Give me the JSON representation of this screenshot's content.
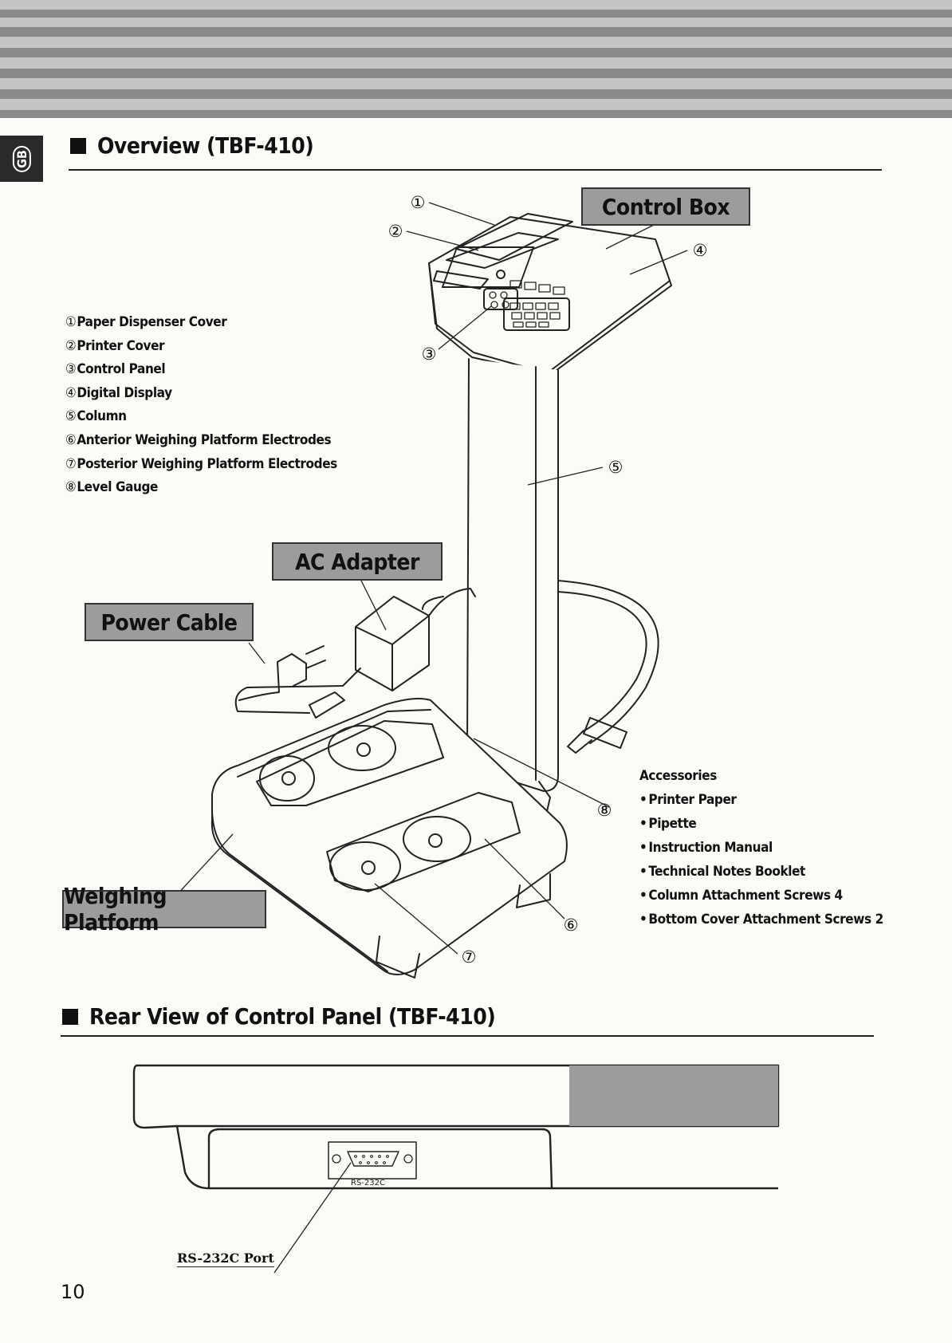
{
  "language_tab": "GB",
  "overview": {
    "heading": "Overview (TBF-410)",
    "parts": [
      {
        "num": "①",
        "label": "Paper Dispenser Cover"
      },
      {
        "num": "②",
        "label": "Printer Cover"
      },
      {
        "num": "③",
        "label": "Control Panel"
      },
      {
        "num": "④",
        "label": "Digital Display"
      },
      {
        "num": "⑤",
        "label": "Column"
      },
      {
        "num": "⑥",
        "label": "Anterior Weighing Platform Electrodes"
      },
      {
        "num": "⑦",
        "label": "Posterior Weighing Platform Electrodes"
      },
      {
        "num": "⑧",
        "label": "Level Gauge"
      }
    ],
    "callouts": {
      "labels": {
        "control_box": "Control Box",
        "ac_adapter": "AC Adapter",
        "power_cable": "Power Cable",
        "weighing_platform": "Weighing Platform"
      },
      "numbers": {
        "c1": "①",
        "c2": "②",
        "c3": "③",
        "c4": "④",
        "c5": "⑤",
        "c6": "⑥",
        "c7": "⑦",
        "c8": "⑧"
      }
    },
    "accessories": {
      "title": "Accessories",
      "bullet": "•",
      "items": [
        "Printer Paper",
        "Pipette",
        "Instruction Manual",
        "Technical Notes Booklet",
        "Column Attachment Screws 4",
        "Bottom Cover Attachment Screws 2"
      ]
    }
  },
  "rear_view": {
    "heading": "Rear View of Control Panel (TBF-410)",
    "port_silkscreen": "RS-232C",
    "port_label": "RS-232C Port"
  },
  "page_number": "10",
  "colors": {
    "stripe_dark": "#8a8a8a",
    "stripe_light": "#c4c4c4",
    "label_fill": "#9c9c9c",
    "tab_fill": "#2a2a2a"
  }
}
